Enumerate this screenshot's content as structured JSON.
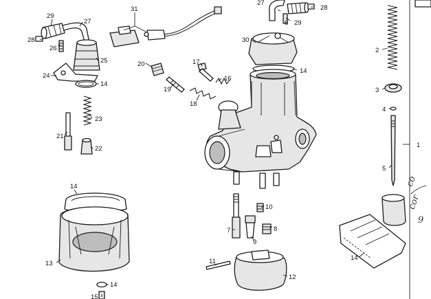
{
  "callouts": {
    "c1": "1",
    "c2": "2",
    "c3": "3",
    "c4": "4",
    "c5": "5",
    "c6": "6",
    "c7": "7",
    "c8": "8",
    "c9": "9",
    "c10": "10",
    "c11": "11",
    "c12": "12",
    "c13": "13",
    "c14_bowl_gasket": "14",
    "c14_drain_washer": "14",
    "c14_top_cover": "14",
    "c14_fuel_tap": "14",
    "c14_float_bag": "14",
    "c15": "15",
    "c16": "16",
    "c17": "17",
    "c18": "18",
    "c19": "19",
    "c20": "20",
    "c21": "21",
    "c22": "22",
    "c23": "23",
    "c24": "24",
    "c25": "25",
    "c26": "26",
    "c27_left": "27",
    "c27_top": "27",
    "c28_left": "28",
    "c28_right": "28",
    "c29_left": "29",
    "c29_right": "29",
    "c30": "30",
    "c31": "31"
  },
  "handwriting": {
    "line1": "co",
    "line2": "cor",
    "line3": "9"
  }
}
